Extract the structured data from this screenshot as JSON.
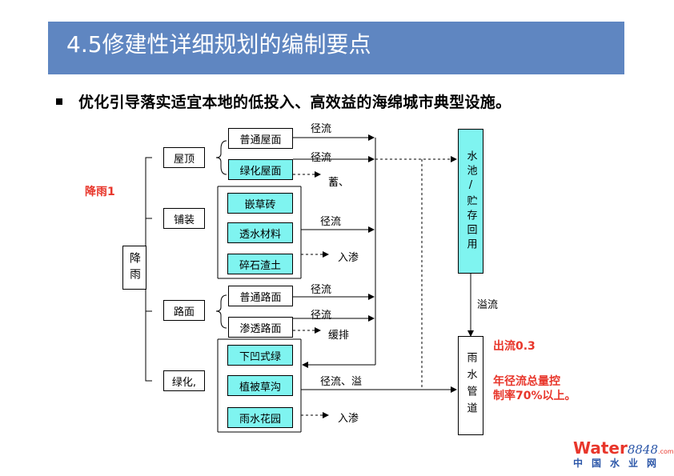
{
  "header": {
    "title": "4.5修建性详细规划的编制要点"
  },
  "bullet": {
    "text": "优化引导落实适宜本地的低投入、高效益的海绵城市典型设施。"
  },
  "diagram": {
    "source": "降雨",
    "categories": {
      "roof": "屋顶",
      "paving": "铺装",
      "road": "路面",
      "green": "绿化,"
    },
    "roof_items": [
      "普通屋面",
      "绿化屋面"
    ],
    "paving_items": [
      "嵌草砖",
      "透水材料",
      "碎石渣土"
    ],
    "road_items": [
      "普通路面",
      "渗透路面"
    ],
    "green_items": [
      "下凹式绿",
      "植被草沟",
      "雨水花园"
    ],
    "pool": "水池/贮存回用",
    "pipe": "雨水管道",
    "flows": {
      "runoff": "径流",
      "store": "蓄、",
      "infiltrate": "入渗",
      "slow_discharge": "缓排",
      "runoff_overflow": "径流、溢",
      "overflow": "溢流"
    }
  },
  "annotations": {
    "rain_note": "降雨1",
    "outflow_note": "出流0.3",
    "control_note_1": "年径流总量控",
    "control_note_2": "制率70%以上。"
  },
  "logo": {
    "brand_word": "Water",
    "brand_num": "8848",
    "brand_com": ".com",
    "brand_cn": "中国水业网"
  },
  "colors": {
    "title_bar": "#5f86c1",
    "cyan_box": "#7ff4f0",
    "accent_red": "#e8362b",
    "logo_blue": "#2b56a8"
  }
}
